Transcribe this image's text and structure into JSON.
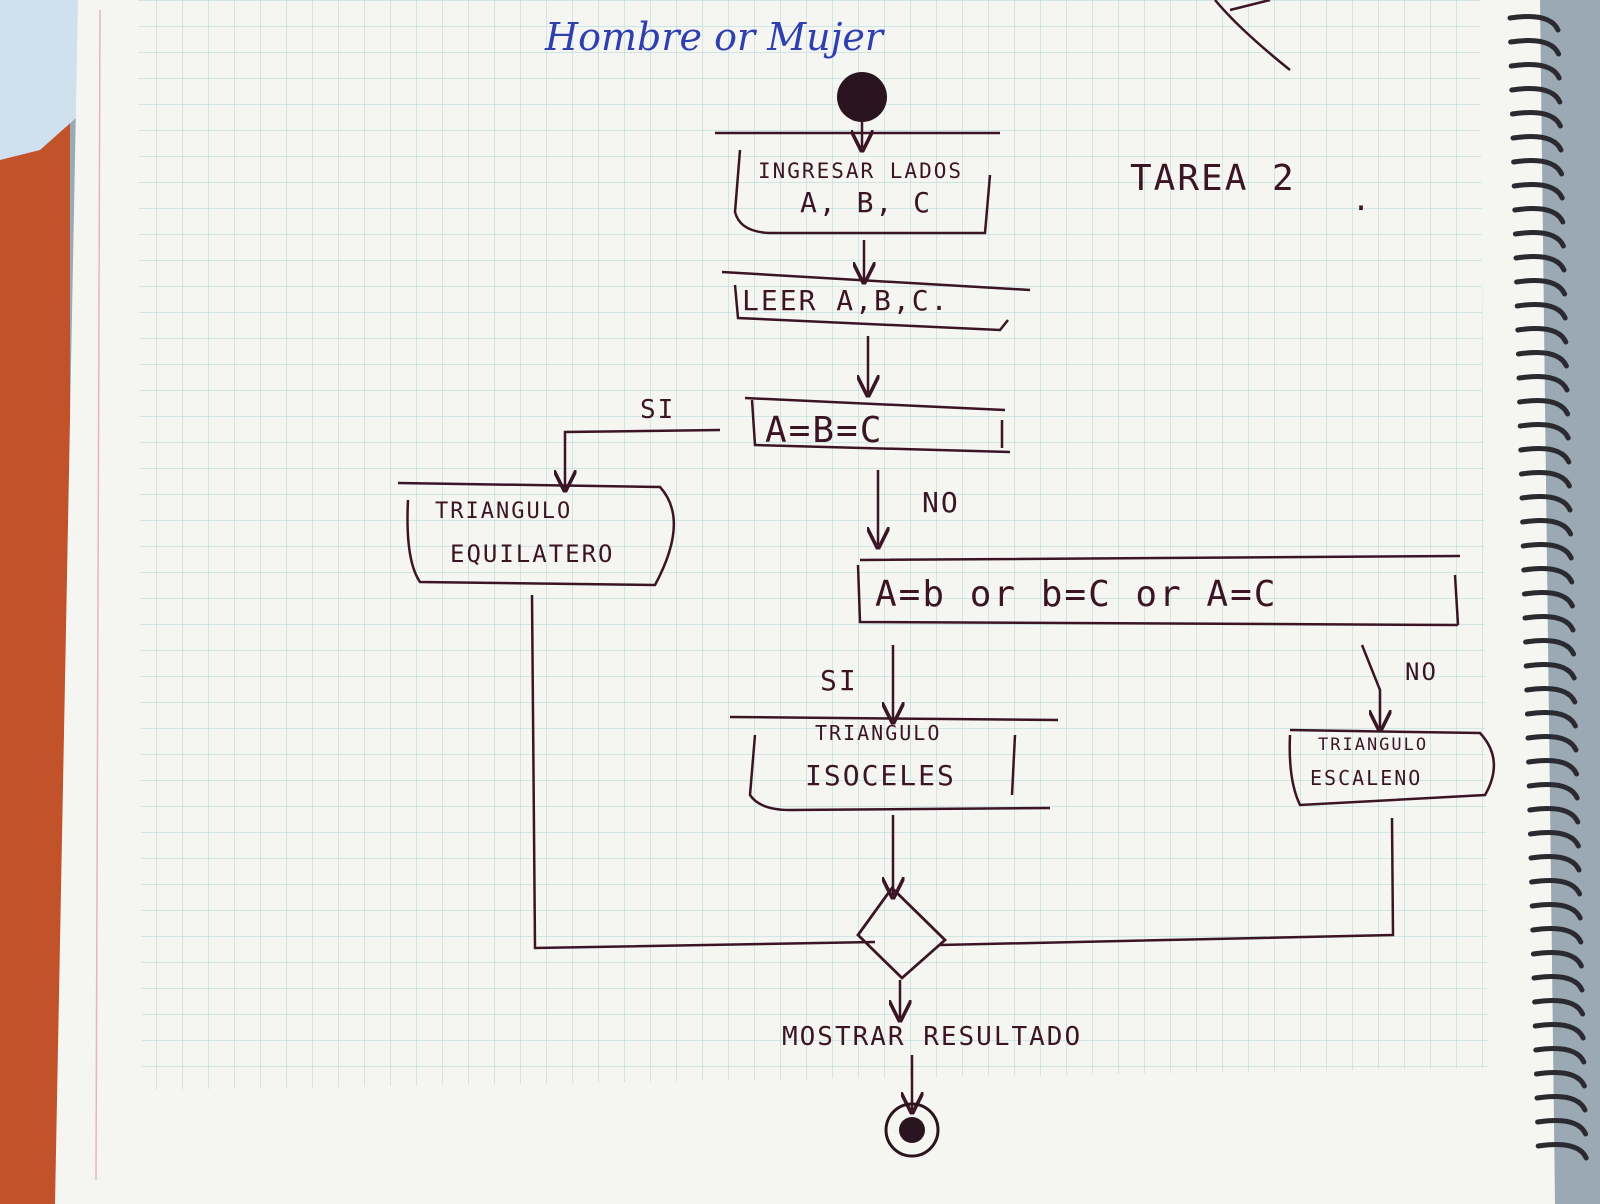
{
  "header": {
    "title_handwritten": "Hombre or Mujer",
    "task_label": "TAREA 2"
  },
  "flow": {
    "input_box": {
      "line1": "INGRESAR LADOS",
      "line2": "A, B, C"
    },
    "read_box": "LEER A,B,C.",
    "decision1": "A=B=C",
    "decision1_yes": "SI",
    "decision1_no": "NO",
    "equilateral": {
      "line1": "TRIANGULO",
      "line2": "EQUILATERO"
    },
    "decision2": "A=b or b=C or A=C",
    "decision2_yes": "SI",
    "decision2_no": "NO",
    "isosceles": {
      "line1": "TRIANGULO",
      "line2": "ISOCELES"
    },
    "scalene": {
      "line1": "TRIANGULO",
      "line2": "ESCALENO"
    },
    "output": "MOSTRAR RESULTADO"
  },
  "colors": {
    "ink": "#3b1526",
    "blue_ink": "#2f3fb0",
    "paper": "#f5f5f1",
    "grid": "#b8dbdc",
    "cloth": "#9aa9b3",
    "spiral": "#2a2a30"
  }
}
